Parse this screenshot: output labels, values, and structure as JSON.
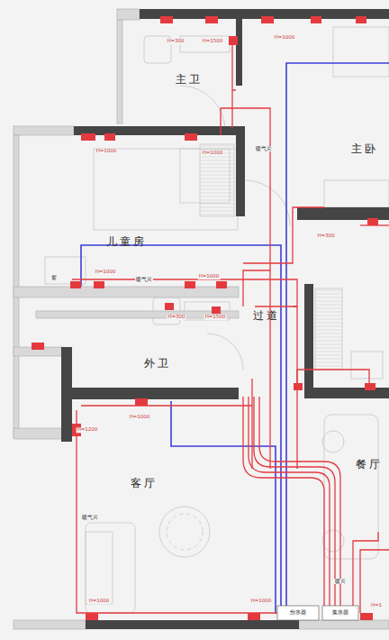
{
  "diagram": {
    "labels": [
      "主卫",
      "主卧",
      "暖气片",
      "H=300",
      "H=1500",
      "H=1000",
      "H=1000",
      "H=1000",
      "儿童房",
      "H=300",
      "暖气片",
      "H=1000",
      "H=1000",
      "窗",
      "过道",
      "H=300",
      "H=1500",
      "外卫",
      "H=1000",
      "H=1200",
      "餐厅",
      "客厅",
      "暖气片",
      "暖片",
      "H=1000",
      "H=1000",
      "H=1",
      "分水器",
      "集水器"
    ]
  }
}
